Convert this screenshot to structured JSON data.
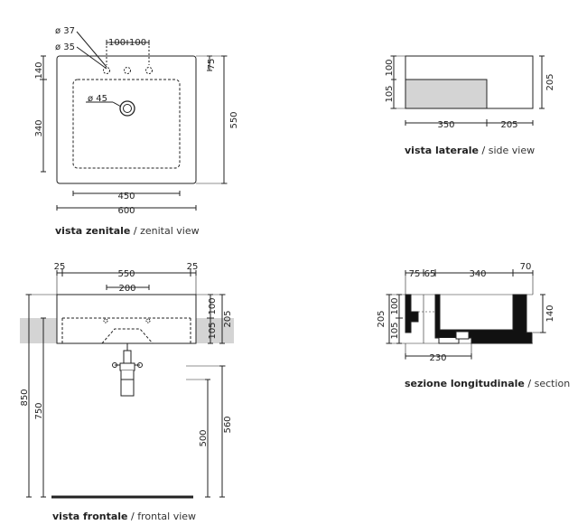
{
  "zenital": {
    "dims": {
      "phi37": "ø 37",
      "phi35": "ø 35",
      "phi45": "ø 45",
      "d100a": "100",
      "d100b": "100",
      "d75": "75",
      "d140": "140",
      "d340": "340",
      "d550": "550",
      "d450": "450",
      "d600": "600"
    },
    "caption_it": "vista zenitale",
    "caption_en": "zenital view"
  },
  "laterale": {
    "dims": {
      "d100": "100",
      "d105": "105",
      "d205": "205",
      "d350": "350",
      "d205b": "205"
    },
    "caption_it": "vista laterale",
    "caption_en": "side view"
  },
  "frontale": {
    "dims": {
      "d25a": "25",
      "d550": "550",
      "d25b": "25",
      "d200": "200",
      "d100": "100",
      "d205": "205",
      "d105": "105",
      "d850": "850",
      "d750": "750",
      "d500": "500",
      "d560": "560"
    },
    "caption_it": "vista frontale",
    "caption_en": "frontal view"
  },
  "sezione": {
    "dims": {
      "d75": "75",
      "d65": "65",
      "d340": "340",
      "d70": "70",
      "d205": "205",
      "d105": "105",
      "d100": "100",
      "d140": "140",
      "d230": "230"
    },
    "caption_it": "sezione longitudinale",
    "caption_en": "section"
  },
  "separator": "/"
}
